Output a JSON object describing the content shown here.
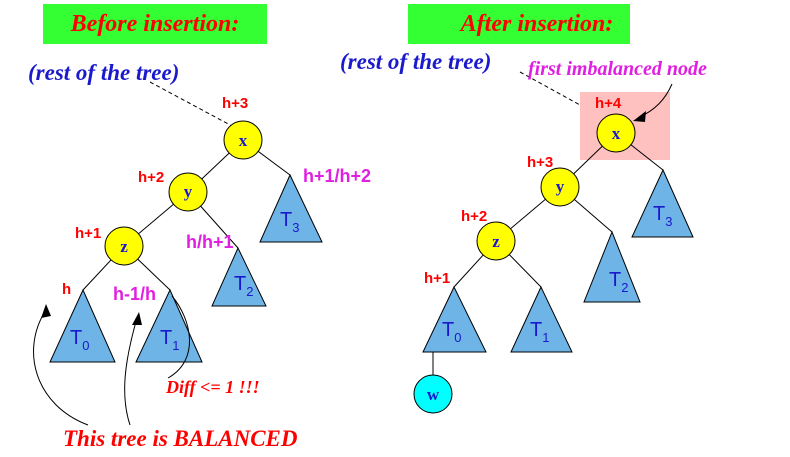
{
  "left_panel": {
    "title": "Before insertion:",
    "rest_label": "(rest of the tree)",
    "nodes": {
      "x": "x",
      "y": "y",
      "z": "z"
    },
    "heights": {
      "x": "h+3",
      "y": "h+2",
      "z": "h+1",
      "t0": "h"
    },
    "magenta_heights": {
      "t3": "h+1/h+2",
      "t2": "h/h+1",
      "t1": "h-1/h"
    },
    "subtrees": {
      "t0": "T",
      "t0_sub": "0",
      "t1": "T",
      "t1_sub": "1",
      "t2": "T",
      "t2_sub": "2",
      "t3": "T",
      "t3_sub": "3"
    },
    "diff_note": "Diff <= 1 !!!",
    "balanced_note": "This tree is BALANCED"
  },
  "right_panel": {
    "title": "After insertion:",
    "rest_label": "(rest of the tree)",
    "imbalanced_label": "first imbalanced node",
    "nodes": {
      "x": "x",
      "y": "y",
      "z": "z",
      "w": "w"
    },
    "heights": {
      "x": "h+4",
      "y": "h+3",
      "z": "h+2",
      "t0": "h+1"
    },
    "subtrees": {
      "t0": "T",
      "t0_sub": "0",
      "t1": "T",
      "t1_sub": "1",
      "t2": "T",
      "t2_sub": "2",
      "t3": "T",
      "t3_sub": "3"
    }
  },
  "colors": {
    "title_bg": "#33ff33",
    "node_fill": "#ffff00",
    "new_node_fill": "#00ffff",
    "triangle_fill": "#6fb4e6",
    "highlight_box": "#ffc0c0"
  }
}
